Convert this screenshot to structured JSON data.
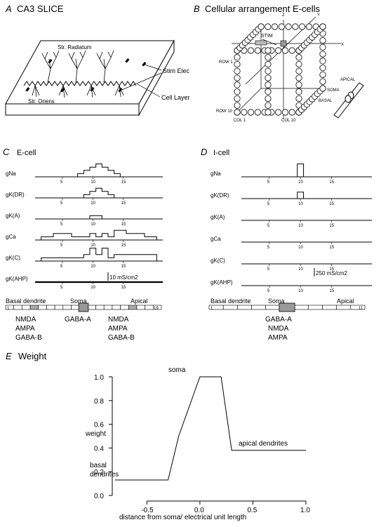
{
  "panels": {
    "A": {
      "letter": "A",
      "title": "CA3 SLICE",
      "labels": {
        "radiatum": "Str. Radiatum",
        "oriens": "Str. Oriens",
        "stim_elec": "Stim Elec",
        "cell_layer": "Cell Layer"
      }
    },
    "B": {
      "letter": "B",
      "title": "Cellular arrangement E-cells",
      "labels": {
        "stim": "STIM",
        "z": "Z",
        "y": "Y",
        "x": "X",
        "row1": "ROW 1",
        "row10": "ROW 10",
        "col1": "COL 1",
        "col10": "COL 10",
        "apical": "APICAL",
        "soma": "SOMA",
        "basal": "BASAL"
      }
    },
    "C": {
      "letter": "C",
      "title": "E-cell",
      "rows": [
        {
          "label": "gNa",
          "levels": [
            0,
            0,
            0,
            0,
            0,
            0,
            0,
            1,
            2,
            3,
            4,
            3,
            2,
            1,
            0,
            0,
            0,
            0,
            0,
            0,
            0
          ]
        },
        {
          "label": "gK(DR)",
          "levels": [
            0,
            0,
            0,
            0,
            0,
            0,
            0,
            0,
            1,
            2,
            3,
            2,
            1,
            0,
            0,
            0,
            0,
            0,
            0,
            0,
            0
          ]
        },
        {
          "label": "gK(A)",
          "levels": [
            0,
            0,
            0,
            0,
            0,
            0,
            0,
            0,
            0,
            1,
            1,
            0,
            0,
            0,
            0,
            0,
            0,
            0,
            0,
            0,
            0
          ]
        },
        {
          "label": "gCa",
          "levels": [
            0,
            1,
            1,
            2,
            2,
            2,
            1,
            1,
            1,
            2,
            1,
            2,
            1,
            3,
            3,
            2,
            2,
            2,
            1,
            1,
            0
          ]
        },
        {
          "label": "gK(C)",
          "levels": [
            0,
            1,
            1,
            1,
            1,
            1,
            1,
            1,
            2,
            4,
            2,
            4,
            1,
            2,
            2,
            2,
            2,
            2,
            2,
            2,
            0
          ]
        },
        {
          "label": "gK(AHP)",
          "levels": [
            1,
            1,
            1,
            1,
            1,
            1,
            1,
            1,
            1,
            1,
            1,
            1,
            1,
            1,
            1,
            1,
            1,
            1,
            1,
            1,
            1
          ]
        }
      ],
      "ticks": [
        "5",
        "10",
        "15"
      ],
      "scale": "10 mS/cm2",
      "bar": {
        "left": "Basal dendrite",
        "mid": "Soma",
        "right": "Apical",
        "n1": "1",
        "n2": "19"
      },
      "synapses": {
        "basal": [
          "NMDA",
          "AMPA",
          "GABA-B"
        ],
        "soma": [
          "GABA-A"
        ],
        "apical": [
          "NMDA",
          "AMPA",
          "GABA-B"
        ]
      }
    },
    "D": {
      "letter": "D",
      "title": "I-cell",
      "rows": [
        {
          "label": "gNa",
          "levels": [
            0,
            0,
            0,
            0,
            0,
            0,
            0,
            0,
            0,
            4,
            0,
            0,
            0,
            0,
            0,
            0,
            0,
            0,
            0,
            0,
            0
          ]
        },
        {
          "label": "gK(DR)",
          "levels": [
            0,
            0,
            0,
            0,
            0,
            0,
            0,
            0,
            0,
            2,
            0,
            0,
            0,
            0,
            0,
            0,
            0,
            0,
            0,
            0,
            0
          ]
        },
        {
          "label": "gK(A)",
          "levels": [
            0,
            0,
            0,
            0,
            0,
            0,
            0,
            0,
            0,
            0,
            0,
            0,
            0,
            0,
            0,
            0,
            0,
            0,
            0,
            0,
            0
          ]
        },
        {
          "label": "gCa",
          "levels": [
            0,
            0,
            0,
            0,
            0,
            0,
            0,
            0,
            0,
            0,
            0,
            0,
            0,
            0,
            0,
            0,
            0,
            0,
            0,
            0,
            0
          ]
        },
        {
          "label": "gK(C)",
          "levels": [
            0,
            0,
            0,
            0,
            0,
            0,
            0,
            0,
            0,
            0,
            0,
            0,
            0,
            0,
            0,
            0,
            0,
            0,
            0,
            0,
            0
          ]
        },
        {
          "label": "gK(AHP)",
          "levels": [
            0,
            0,
            0,
            0,
            0,
            0,
            0,
            0,
            0,
            0,
            0,
            0,
            0,
            0,
            0,
            0,
            0,
            0,
            0,
            0,
            0
          ]
        }
      ],
      "ticks": [
        "5",
        "10",
        "15"
      ],
      "scale": "250 mS/cm2",
      "bar": {
        "left": "Basal dendrite",
        "mid": "Soma",
        "right": "Apical",
        "n1": "1",
        "n2": "11"
      },
      "synapses": {
        "soma": [
          "GABA-A",
          "NMDA",
          "AMPA"
        ]
      }
    },
    "E": {
      "letter": "E",
      "title": "Weight"
    }
  },
  "chart_data": {
    "type": "line",
    "xlabel": "distance from soma/ electrical unit length",
    "ylabel": "weight",
    "xlim": [
      -0.8,
      1.0
    ],
    "ylim": [
      0.0,
      1.0
    ],
    "xticks": [
      "-0.5",
      "0.0",
      "0.5",
      "1.0"
    ],
    "yticks": [
      "0.0",
      "0.2",
      "0.4",
      "0.6",
      "0.8",
      "1.0"
    ],
    "x": [
      -0.8,
      -0.3,
      -0.2,
      0.0,
      0.2,
      0.3,
      1.0
    ],
    "y": [
      0.13,
      0.13,
      0.5,
      1.0,
      1.0,
      0.38,
      0.38
    ],
    "annotations": [
      "soma",
      "apical dendrites",
      "basal\ndendrites"
    ]
  }
}
